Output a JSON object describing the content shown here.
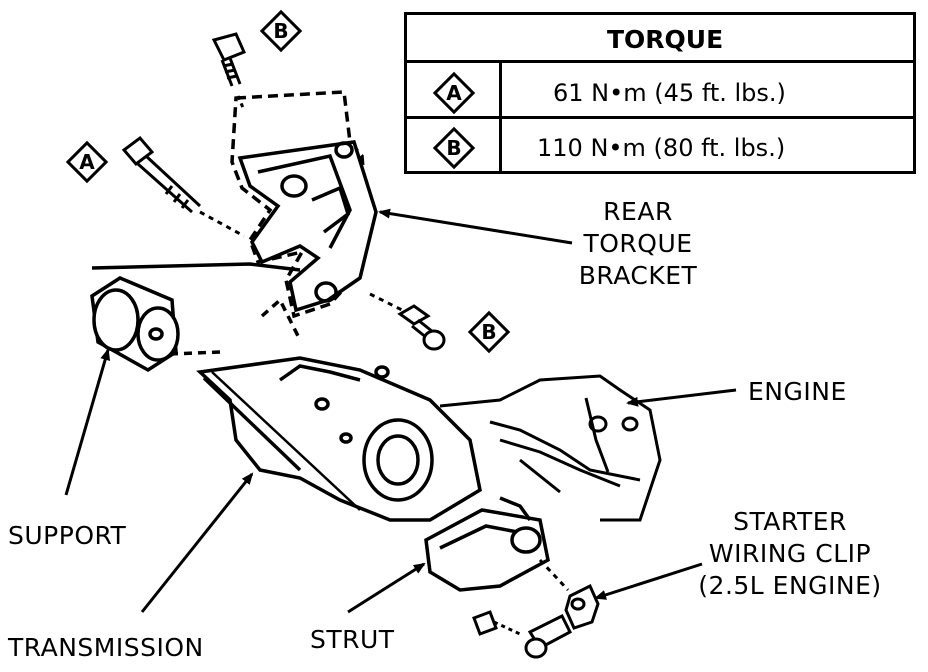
{
  "torque_table": {
    "header": "TORQUE",
    "rows": [
      {
        "key": "A",
        "value": "61 N•m (45 ft. lbs.)"
      },
      {
        "key": "B",
        "value": "110 N•m (80 ft. lbs.)"
      }
    ]
  },
  "callouts": {
    "bolt_top": "B",
    "bolt_left": "A",
    "bolt_right": "B"
  },
  "labels": {
    "rear_torque_bracket": [
      "REAR",
      "TORQUE",
      "BRACKET"
    ],
    "engine": "ENGINE",
    "starter_wiring_clip": [
      "STARTER",
      "WIRING CLIP",
      "(2.5L ENGINE)"
    ],
    "support": "SUPPORT",
    "transmission": "TRANSMISSION",
    "strut": "STRUT"
  }
}
